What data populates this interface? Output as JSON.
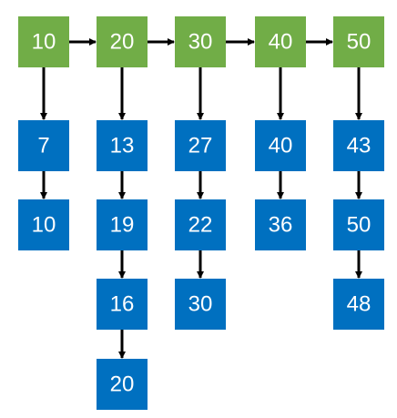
{
  "colors": {
    "head": "#71ad47",
    "item": "#0070c0",
    "arrow": "#000000",
    "text": "#ffffff"
  },
  "heads": [
    {
      "label": "10",
      "chain": [
        "7",
        "10"
      ]
    },
    {
      "label": "20",
      "chain": [
        "13",
        "19",
        "16",
        "20"
      ]
    },
    {
      "label": "30",
      "chain": [
        "27",
        "22",
        "30"
      ]
    },
    {
      "label": "40",
      "chain": [
        "40",
        "36"
      ]
    },
    {
      "label": "50",
      "chain": [
        "43",
        "50",
        "48"
      ]
    }
  ]
}
